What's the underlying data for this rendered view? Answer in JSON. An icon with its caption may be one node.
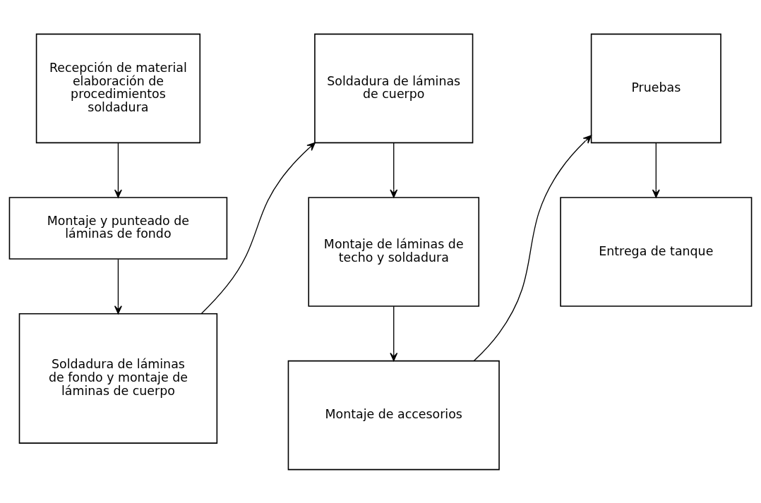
{
  "diagram": {
    "nodes": [
      {
        "text": [
          "Recepción de material elaboración de procedimientos soldadura"
        ]
      },
      {
        "text": [
          "Montaje y punteado de láminas de fondo"
        ]
      },
      {
        "text": [
          "Soldadura de láminas de fondo y montaje de láminas de cuerpo"
        ]
      },
      {
        "text": [
          "Soldadura de láminas de cuerpo"
        ]
      },
      {
        "text": [
          "Montaje de láminas de techo y soldadura"
        ]
      },
      {
        "text": [
          "Montaje de accesorios"
        ]
      },
      {
        "text": [
          "Pruebas"
        ]
      },
      {
        "text": [
          "Entrega de tanque"
        ]
      }
    ],
    "edges": [
      {
        "from": 0,
        "to": 1,
        "arrow": "to"
      },
      {
        "from": 1,
        "to": 2,
        "arrow": "to"
      },
      {
        "from": 2,
        "to": 3,
        "arrow": "to"
      },
      {
        "from": 3,
        "to": 4,
        "arrow": "to"
      },
      {
        "from": 4,
        "to": 5,
        "arrow": "to"
      },
      {
        "from": 5,
        "to": 6,
        "arrow": "to"
      },
      {
        "from": 6,
        "to": 7,
        "arrow": "to"
      }
    ]
  }
}
